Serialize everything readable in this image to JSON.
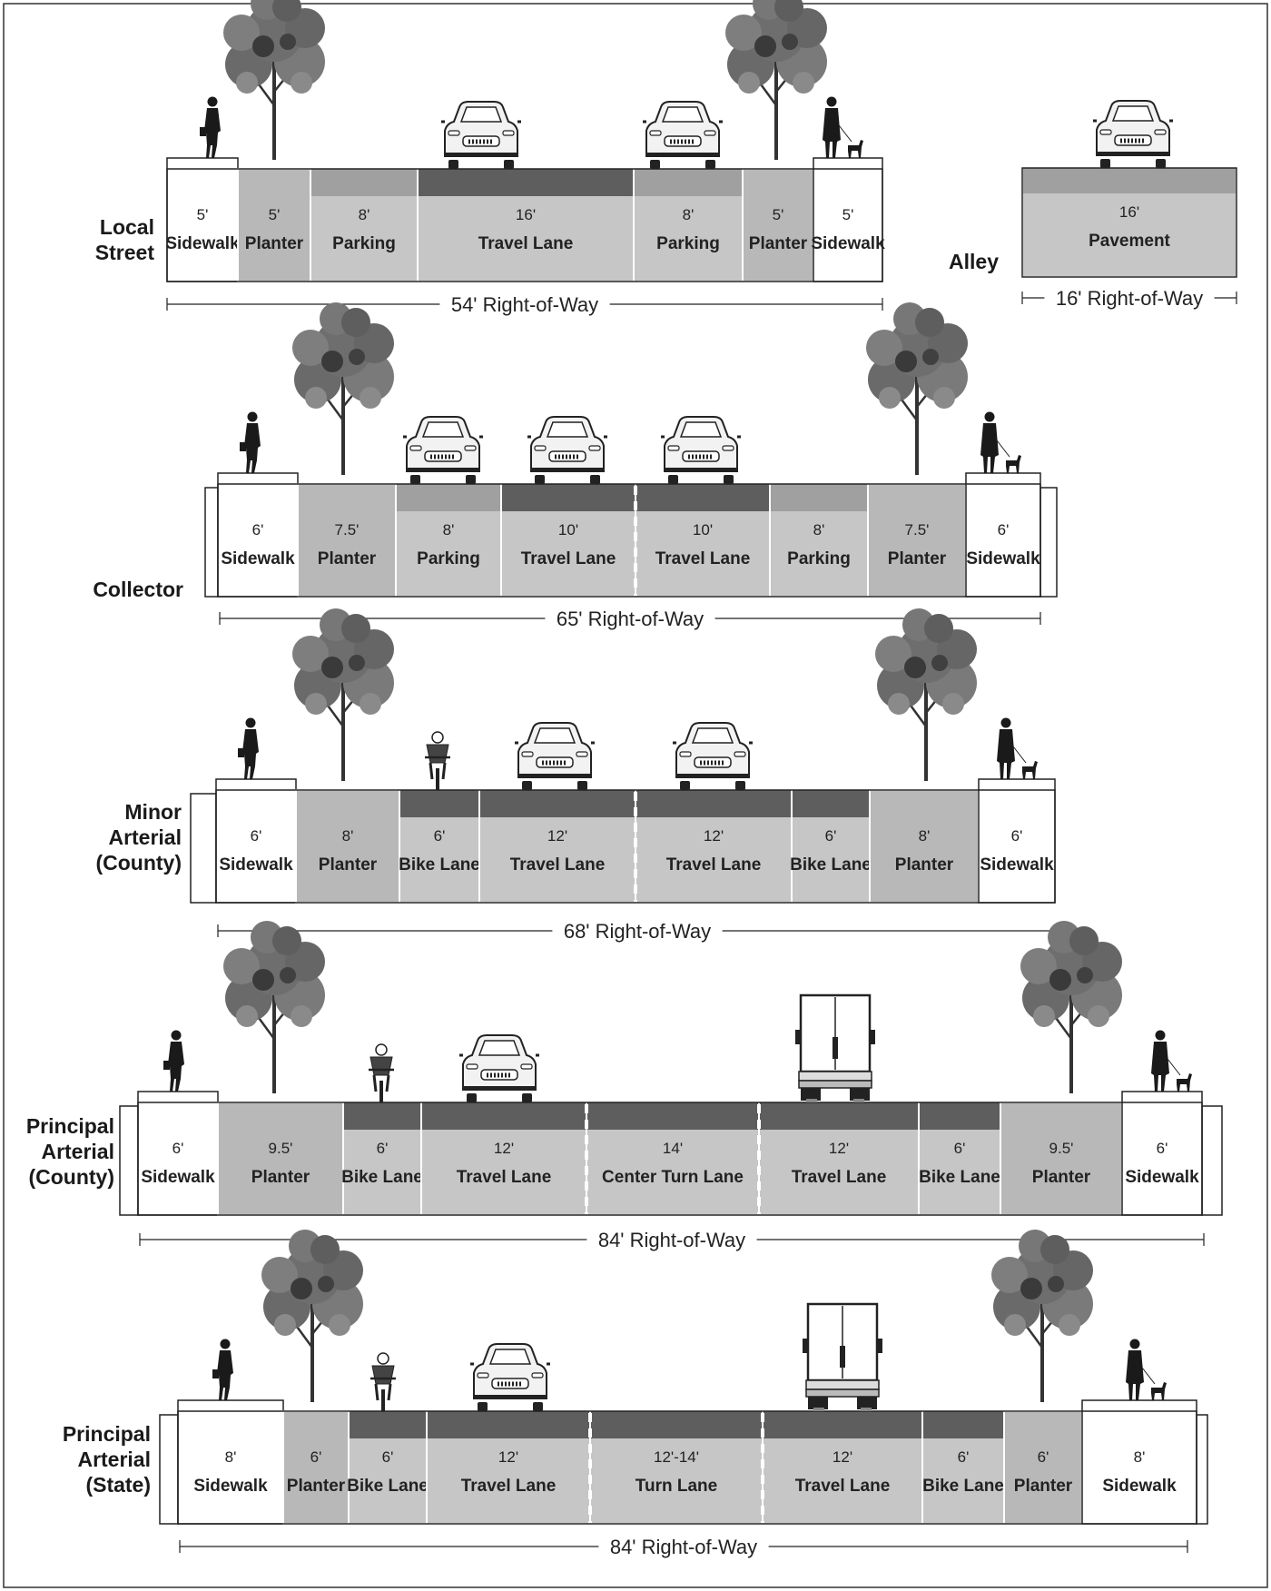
{
  "rows": [
    {
      "title_lines": [
        "Local",
        "Street"
      ],
      "row_label": "Local Street",
      "right_of_way": "54' Right-of-Way",
      "segments": [
        {
          "width": "5'",
          "label": "Sidewalk",
          "type": "sidewalk"
        },
        {
          "width": "5'",
          "label": "Planter",
          "type": "planter"
        },
        {
          "width": "8'",
          "label": "Parking",
          "type": "parking"
        },
        {
          "width": "16'",
          "label": "Travel Lane",
          "type": "travel"
        },
        {
          "width": "8'",
          "label": "Parking",
          "type": "parking"
        },
        {
          "width": "5'",
          "label": "Planter",
          "type": "planter"
        },
        {
          "width": "5'",
          "label": "Sidewalk",
          "type": "sidewalk"
        }
      ]
    },
    {
      "title_lines": [
        "Alley"
      ],
      "row_label": "Alley",
      "right_of_way": "16' Right-of-Way",
      "segments": [
        {
          "width": "16'",
          "label": "Pavement",
          "type": "pavement"
        }
      ]
    },
    {
      "title_lines": [
        "Collector"
      ],
      "row_label": "Collector",
      "right_of_way": "65' Right-of-Way",
      "segments": [
        {
          "width": "6'",
          "label": "Sidewalk",
          "type": "sidewalk"
        },
        {
          "width": "7.5'",
          "label": "Planter",
          "type": "planter"
        },
        {
          "width": "8'",
          "label": "Parking",
          "type": "parking"
        },
        {
          "width": "10'",
          "label": "Travel Lane",
          "type": "travel"
        },
        {
          "width": "10'",
          "label": "Travel Lane",
          "type": "travel"
        },
        {
          "width": "8'",
          "label": "Parking",
          "type": "parking"
        },
        {
          "width": "7.5'",
          "label": "Planter",
          "type": "planter"
        },
        {
          "width": "6'",
          "label": "Sidewalk",
          "type": "sidewalk"
        }
      ]
    },
    {
      "title_lines": [
        "Minor",
        "Arterial",
        "(County)"
      ],
      "row_label": "Minor Arterial (County)",
      "right_of_way": "68' Right-of-Way",
      "segments": [
        {
          "width": "6'",
          "label": "Sidewalk",
          "type": "sidewalk"
        },
        {
          "width": "8'",
          "label": "Planter",
          "type": "planter"
        },
        {
          "width": "6'",
          "label": "Bike Lane",
          "type": "bike"
        },
        {
          "width": "12'",
          "label": "Travel Lane",
          "type": "travel"
        },
        {
          "width": "12'",
          "label": "Travel Lane",
          "type": "travel"
        },
        {
          "width": "6'",
          "label": "Bike Lane",
          "type": "bike"
        },
        {
          "width": "8'",
          "label": "Planter",
          "type": "planter"
        },
        {
          "width": "6'",
          "label": "Sidewalk",
          "type": "sidewalk"
        }
      ]
    },
    {
      "title_lines": [
        "Principal",
        "Arterial",
        "(County)"
      ],
      "row_label": "Principal Arterial (County)",
      "right_of_way": "84' Right-of-Way",
      "segments": [
        {
          "width": "6'",
          "label": "Sidewalk",
          "type": "sidewalk"
        },
        {
          "width": "9.5'",
          "label": "Planter",
          "type": "planter"
        },
        {
          "width": "6'",
          "label": "Bike Lane",
          "type": "bike"
        },
        {
          "width": "12'",
          "label": "Travel Lane",
          "type": "travel"
        },
        {
          "width": "14'",
          "label": "Center Turn Lane",
          "type": "turn"
        },
        {
          "width": "12'",
          "label": "Travel Lane",
          "type": "travel"
        },
        {
          "width": "6'",
          "label": "Bike Lane",
          "type": "bike"
        },
        {
          "width": "9.5'",
          "label": "Planter",
          "type": "planter"
        },
        {
          "width": "6'",
          "label": "Sidewalk",
          "type": "sidewalk"
        }
      ]
    },
    {
      "title_lines": [
        "Principal",
        "Arterial",
        "(State)"
      ],
      "row_label": "Principal Arterial (State)",
      "right_of_way": "84' Right-of-Way",
      "segments": [
        {
          "width": "8'",
          "label": "Sidewalk",
          "type": "sidewalk"
        },
        {
          "width": "6'",
          "label": "Planter",
          "type": "planter"
        },
        {
          "width": "6'",
          "label": "Bike Lane",
          "type": "bike"
        },
        {
          "width": "12'",
          "label": "Travel Lane",
          "type": "travel"
        },
        {
          "width": "12'-14'",
          "label": "Turn Lane",
          "type": "turn"
        },
        {
          "width": "12'",
          "label": "Travel Lane",
          "type": "travel"
        },
        {
          "width": "6'",
          "label": "Bike Lane",
          "type": "bike"
        },
        {
          "width": "6'",
          "label": "Planter",
          "type": "planter"
        },
        {
          "width": "8'",
          "label": "Sidewalk",
          "type": "sidewalk"
        }
      ]
    }
  ],
  "colors": {
    "sidewalk": "#ffffff",
    "planter": "#b8b8b8",
    "lane": "#c6c6c6",
    "parking_strip": "#a0a0a0",
    "travel_strip": "#5e5e5e",
    "outline": "#222222"
  },
  "icons": [
    "pedestrian-icon",
    "pedestrian-with-dog-icon",
    "tree-icon",
    "car-icon",
    "truck-icon",
    "bicycle-icon"
  ]
}
